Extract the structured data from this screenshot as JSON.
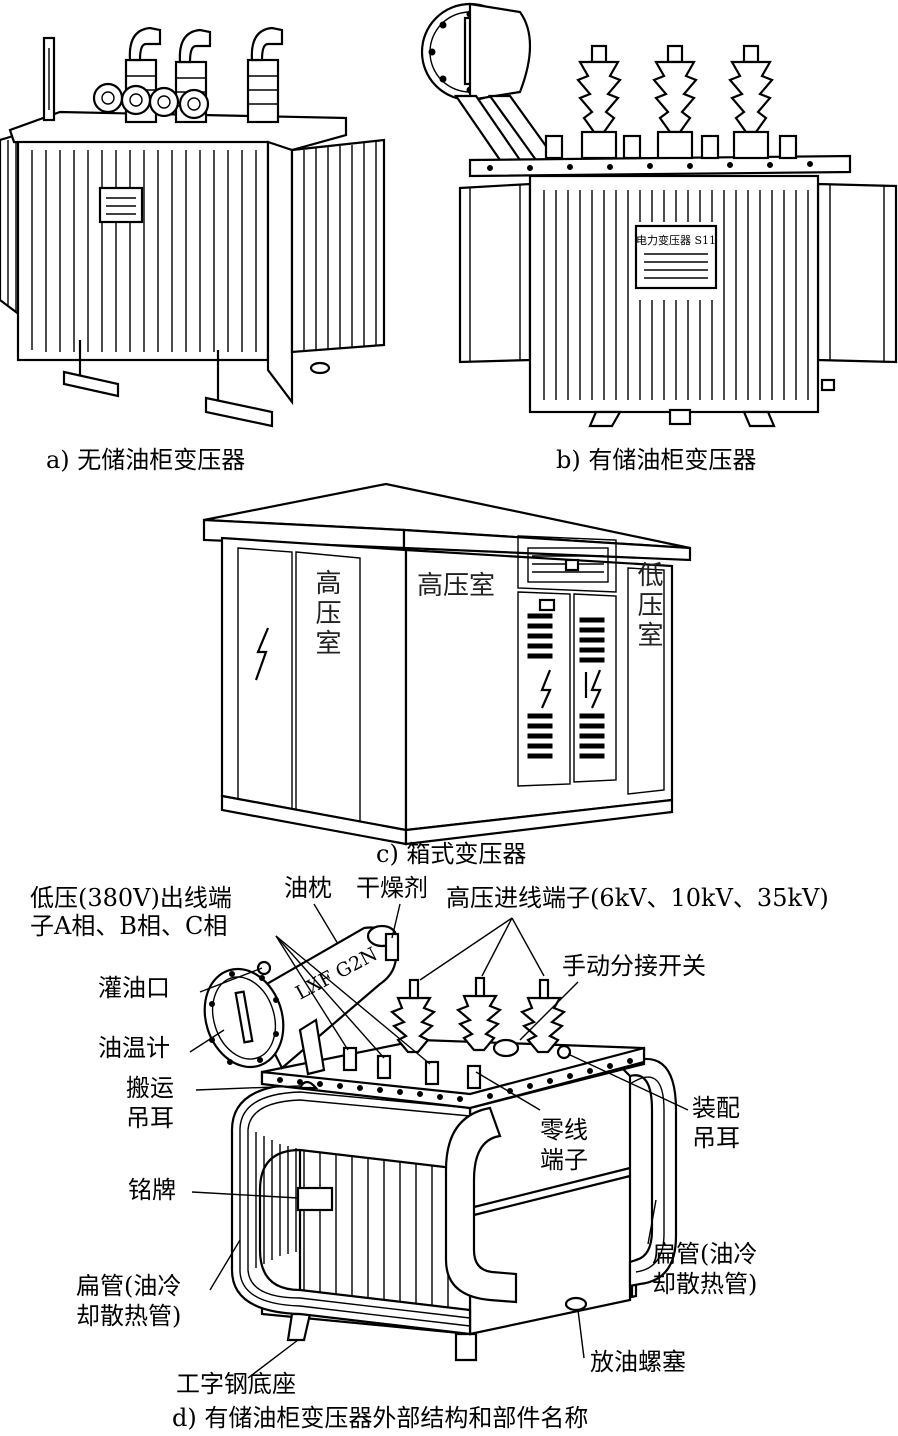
{
  "figures": {
    "a": {
      "caption": "a) 无储油柜变压器",
      "nameplate": ""
    },
    "b": {
      "caption": "b) 有储油柜变压器",
      "nameplate": "电力变压器 S11"
    },
    "c": {
      "caption": "c) 箱式变压器",
      "rooms": {
        "left": "高压室",
        "middle": "高压室",
        "right": "低压室"
      }
    },
    "d": {
      "caption": "d) 有储油柜变压器外部结构和部件名称",
      "conservator_marking": "LXF G2N",
      "labels": {
        "low_voltage_line1": "低压(380V)出线端",
        "low_voltage_line2": "子A相、B相、C相",
        "conservator": "油枕",
        "desiccant": "干燥剂",
        "hv_terminal": "高压进线端子(6kV、10kV、35kV)",
        "oil_fill": "灌油口",
        "tap_switch": "手动分接开关",
        "oil_thermometer": "油温计",
        "transport_lug_1": "搬运",
        "transport_lug_2": "吊耳",
        "assembly_lug_1": "装配",
        "assembly_lug_2": "吊耳",
        "neutral_1": "零线",
        "neutral_2": "端子",
        "nameplate": "铭牌",
        "flat_tube_right_1": "扁管(油冷",
        "flat_tube_right_2": "却散热管)",
        "flat_tube_left_1": "扁管(油冷",
        "flat_tube_left_2": "却散热管)",
        "drain_plug": "放油螺塞",
        "i_beam_base": "工字钢底座"
      }
    }
  }
}
